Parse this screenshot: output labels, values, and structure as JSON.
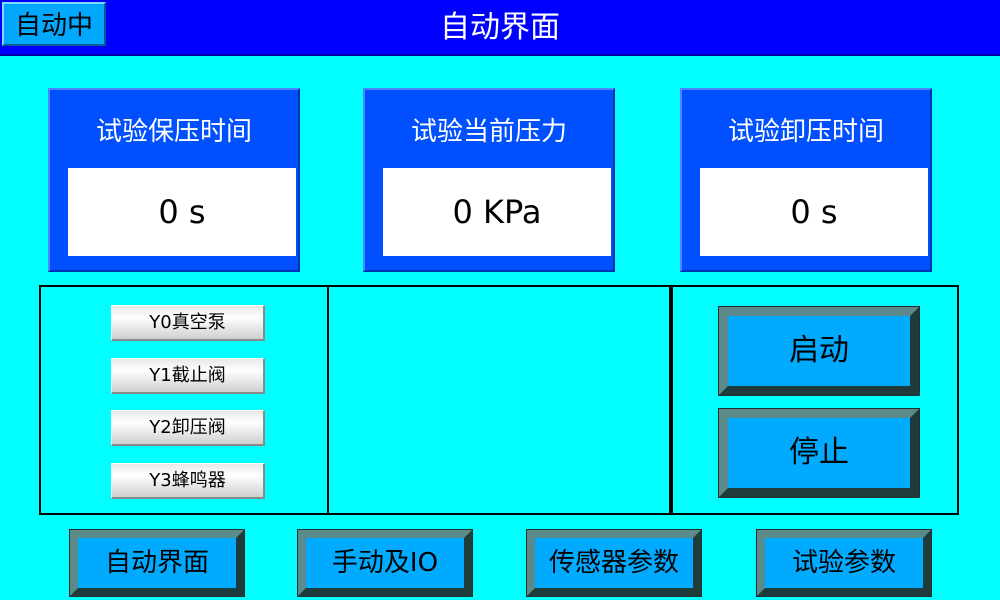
{
  "header": {
    "mode_badge": "自动中",
    "title": "自动界面"
  },
  "panels": [
    {
      "title": "试验保压时间",
      "value": "0 s"
    },
    {
      "title": "试验当前压力",
      "value": "0 KPa"
    },
    {
      "title": "试验卸压时间",
      "value": "0 s"
    }
  ],
  "io_outputs": [
    {
      "label": "Y0真空泵"
    },
    {
      "label": "Y1截止阀"
    },
    {
      "label": "Y2卸压阀"
    },
    {
      "label": "Y3蜂鸣器"
    }
  ],
  "controls": {
    "start_label": "启动",
    "stop_label": "停止"
  },
  "nav": [
    {
      "label": "自动界面"
    },
    {
      "label": "手动及IO"
    },
    {
      "label": "传感器参数"
    },
    {
      "label": "试验参数"
    }
  ],
  "colors": {
    "background": "#00ffff",
    "title_bar": "#0000ff",
    "panel": "#0050ff",
    "button": "#00aaff"
  }
}
